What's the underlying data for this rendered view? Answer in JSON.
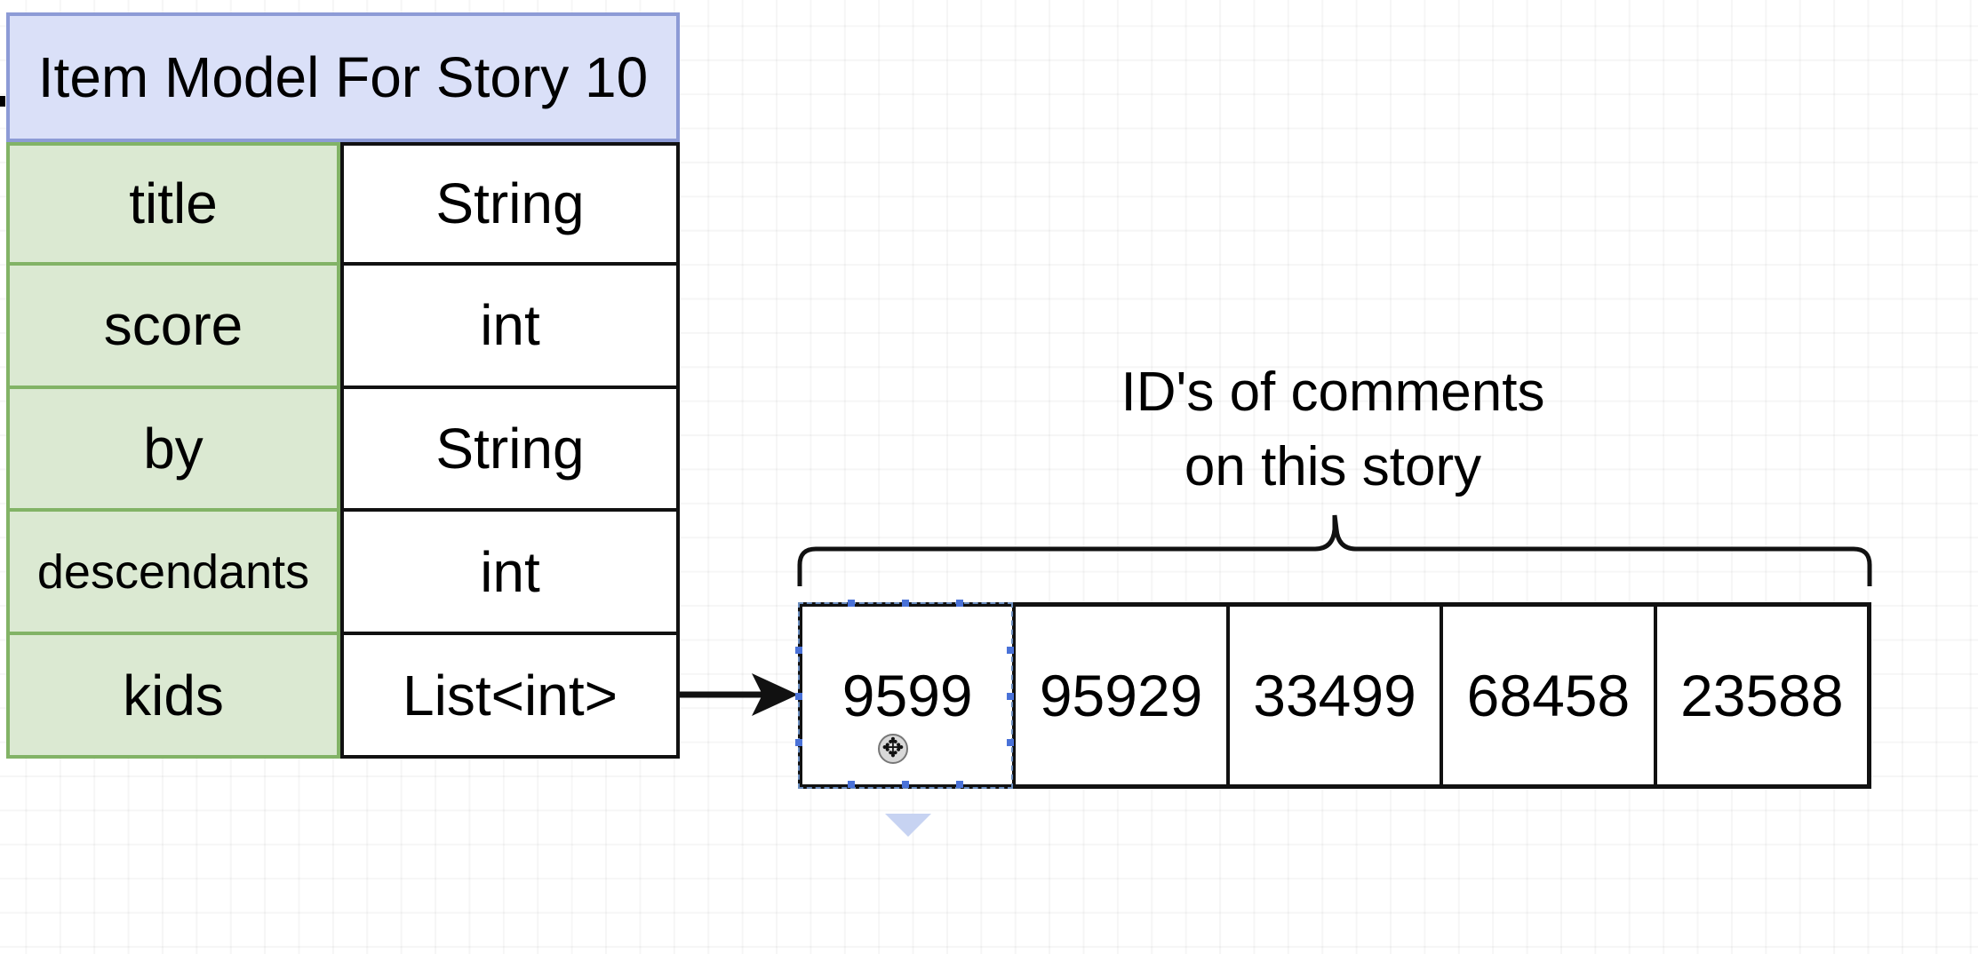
{
  "model": {
    "title": "Item Model For Story 10",
    "fields": [
      {
        "name": "title",
        "type": "String"
      },
      {
        "name": "score",
        "type": "int"
      },
      {
        "name": "by",
        "type": "String"
      },
      {
        "name": "descendants",
        "type": "int"
      },
      {
        "name": "kids",
        "type": "List<int>"
      }
    ]
  },
  "kids_array": {
    "label_line1": "ID's of comments",
    "label_line2": "on this story",
    "ids": [
      "9599",
      "95929",
      "33499",
      "68458",
      "23588"
    ]
  },
  "icons": {
    "move_cursor": "move-cursor-icon",
    "drop_arrow": "drop-target-arrow-icon"
  },
  "colors": {
    "header_fill": "#dae0f8",
    "header_border": "#8d9bd6",
    "name_fill": "#dbe9d2",
    "name_border": "#82b366"
  }
}
